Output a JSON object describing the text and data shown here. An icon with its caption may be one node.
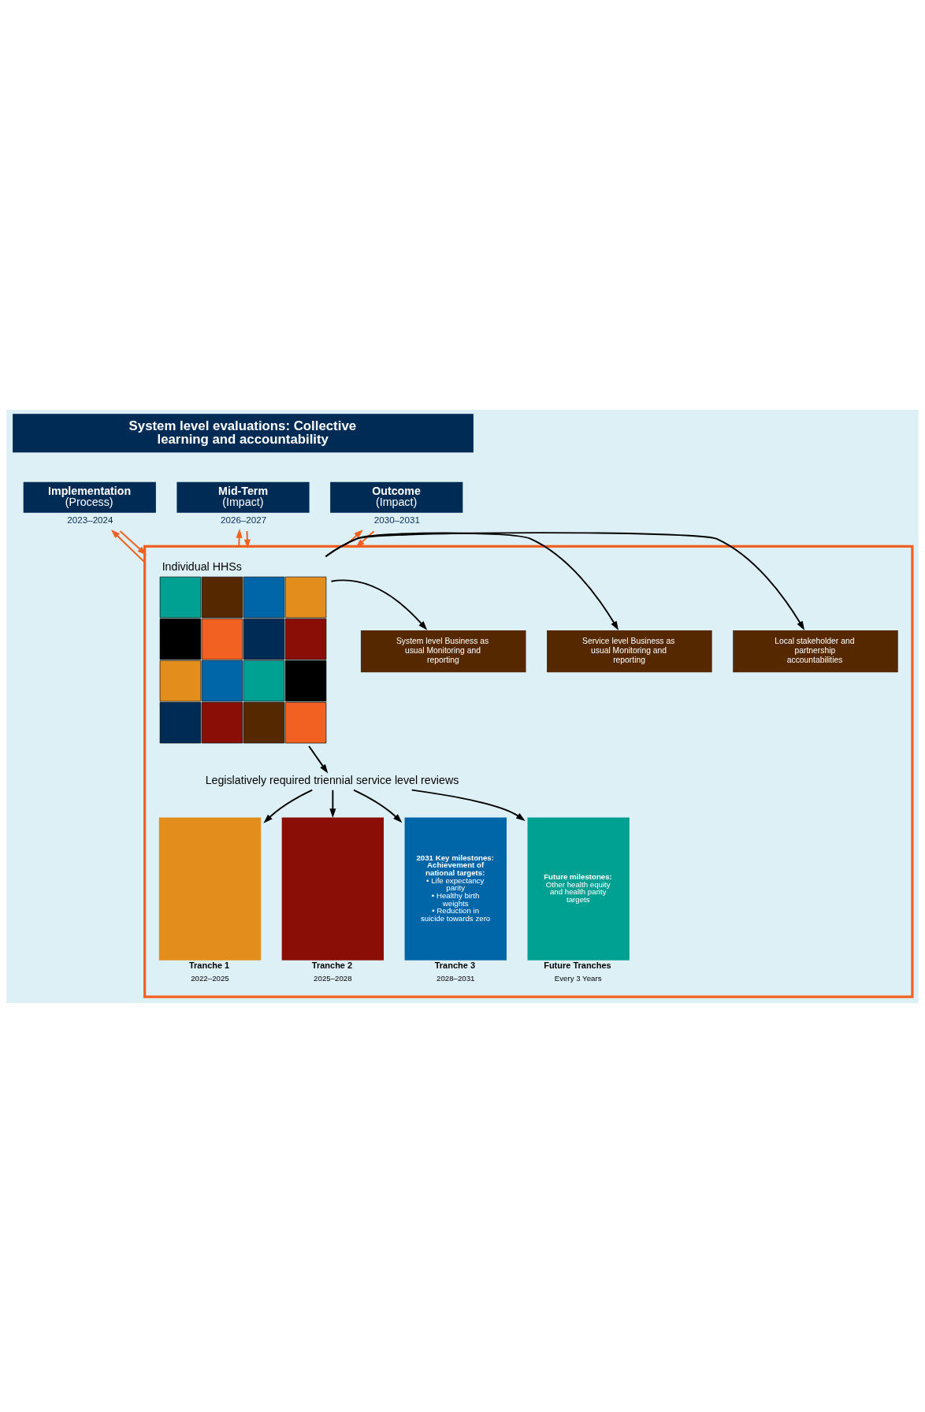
{
  "diagram": {
    "nodes": [
      {
        "text": [
          "System level evaluations: Collective learning and accountability"
        ]
      },
      {
        "text": [
          "Implementation",
          "(Process)"
        ],
        "beside": [
          "2023–2024"
        ]
      },
      {
        "text": [
          "Mid-Term",
          "(Impact)"
        ],
        "beside": [
          "2026–2027"
        ]
      },
      {
        "text": [
          "Outcome",
          "(Impact)"
        ],
        "beside": [
          "2030–2031"
        ]
      },
      {
        "text": [],
        "shape": "box"
      },
      {
        "text": [
          "Individual HHSs"
        ],
        "in": 4
      },
      {
        "text": [
          "System level Business as usual Monitoring and reporting"
        ],
        "in": 4
      },
      {
        "text": [
          "Service level Business as usual Monitoring and reporting"
        ],
        "in": 4
      },
      {
        "text": [
          "Local stakeholder and partnership accountabilities"
        ],
        "in": 4
      },
      {
        "text": [
          "Legislatively required triennial service level reviews"
        ],
        "in": 4
      },
      {
        "text": [
          "Tranche 1"
        ],
        "beside": [
          "2022–2025"
        ],
        "in": 4
      },
      {
        "text": [
          "Tranche 2"
        ],
        "beside": [
          "2025–2028"
        ],
        "in": 4
      },
      {
        "text": [
          "2031 Key milestones:",
          "Achievement of national targets:",
          "• Life expectancy parity",
          "• Healthy birth weights",
          "• Reduction in suicide towards zero",
          "Tranche 3"
        ],
        "beside": [
          "2028–2031"
        ],
        "in": 4
      },
      {
        "text": [
          "Future milestones:",
          "Other health equity and health parity targets",
          "Future Tranches"
        ],
        "beside": [
          "Every 3 Years"
        ],
        "in": 4
      }
    ],
    "edges": [
      {
        "from": 4,
        "to": 1,
        "arrow": "to",
        "color": "#f26122"
      },
      {
        "from": 1,
        "to": 4,
        "arrow": "to",
        "color": "#f26122"
      },
      {
        "from": 4,
        "to": 2,
        "arrow": "to",
        "color": "#f26122"
      },
      {
        "from": 2,
        "to": 4,
        "arrow": "to",
        "color": "#f26122"
      },
      {
        "from": 4,
        "to": 3,
        "arrow": "to",
        "color": "#f26122"
      },
      {
        "from": 3,
        "to": 4,
        "arrow": "to",
        "color": "#f26122"
      },
      {
        "from": 5,
        "to": 6,
        "arrow": "to"
      },
      {
        "from": 5,
        "to": 7,
        "arrow": "to"
      },
      {
        "from": 5,
        "to": 8,
        "arrow": "to"
      },
      {
        "from": 5,
        "to": 9,
        "arrow": "to"
      },
      {
        "from": 9,
        "to": 10,
        "arrow": "to"
      },
      {
        "from": 9,
        "to": 11,
        "arrow": "to"
      },
      {
        "from": 9,
        "to": 12,
        "arrow": "to"
      },
      {
        "from": 9,
        "to": 13,
        "arrow": "to"
      }
    ]
  }
}
